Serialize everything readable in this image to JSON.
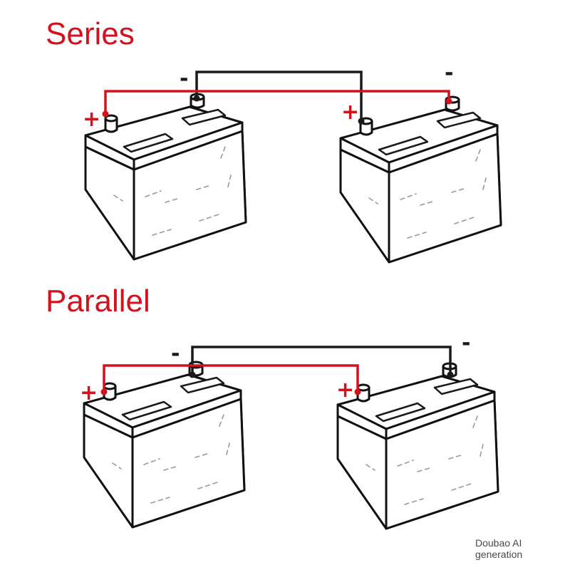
{
  "sections": [
    {
      "id": "series",
      "title": "Series"
    },
    {
      "id": "parallel",
      "title": "Parallel"
    }
  ],
  "terminal_labels": {
    "positive": "+",
    "negative": "-"
  },
  "watermark": {
    "line1": "Doubao AI",
    "line2": "generation"
  },
  "colors": {
    "positive_wire": "#d2121c",
    "negative_wire": "#1a1a1a",
    "title": "#d2121c",
    "outline": "#111111",
    "watermark": "#4a4a4a"
  }
}
